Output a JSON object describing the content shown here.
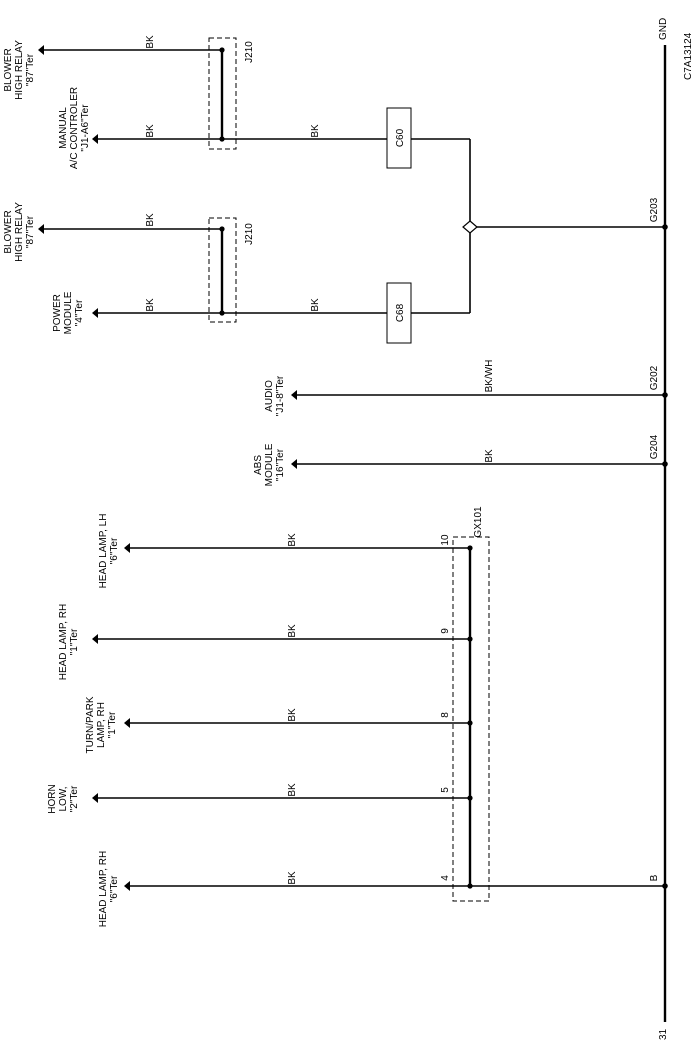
{
  "diagram": {
    "ground": {
      "top_label": "GND",
      "bottom_label": "31",
      "code": "C7A13124"
    },
    "components": [
      {
        "id": "blower1",
        "lines": [
          "BLOWER",
          "HIGH RELAY",
          "\"87\"Ter"
        ],
        "wire": "BK"
      },
      {
        "id": "manual",
        "lines": [
          "MANUAL",
          "A/C CONTROLER",
          "\"J1-A6\"Ter"
        ],
        "wire": "BK",
        "wire2": "BK"
      },
      {
        "id": "blower2",
        "lines": [
          "BLOWER",
          "HIGH RELAY",
          "\"87\"Ter"
        ],
        "wire": "BK"
      },
      {
        "id": "power",
        "lines": [
          "POWER",
          "MODULE",
          "\"4\"Ter"
        ],
        "wire": "BK",
        "wire2": "BK"
      },
      {
        "id": "audio",
        "lines": [
          "AUDIO",
          "\"J1-8\"Ter"
        ],
        "wire": "BK/WH"
      },
      {
        "id": "abs",
        "lines": [
          "ABS",
          "MODULE",
          "\"16\"Ter"
        ],
        "wire": "BK"
      },
      {
        "id": "headlh",
        "lines": [
          "HEAD LAMP, LH",
          "\"6\"Ter"
        ],
        "wire": "BK",
        "pin": "10"
      },
      {
        "id": "headrh1",
        "lines": [
          "HEAD LAMP, RH",
          "\"1\"Ter"
        ],
        "wire": "BK",
        "pin": "9"
      },
      {
        "id": "turn",
        "lines": [
          "TURN/PARK",
          "LAMP, RH",
          "\"1\"Ter"
        ],
        "wire": "BK",
        "pin": "8"
      },
      {
        "id": "horn",
        "lines": [
          "HORN",
          "LOW,",
          "\"2\"Ter"
        ],
        "wire": "BK",
        "pin": "5"
      },
      {
        "id": "headrh6",
        "lines": [
          "HEAD LAMP, RH",
          "\"6\"Ter"
        ],
        "wire": "BK",
        "pin": "4"
      }
    ],
    "connectors": {
      "j210a": "J210",
      "j210b": "J210",
      "gx101": "GX101",
      "c60": "C60",
      "c68": "C68"
    },
    "grounds": {
      "g203": "G203",
      "g202": "G202",
      "g204": "G204",
      "b": "B"
    }
  }
}
